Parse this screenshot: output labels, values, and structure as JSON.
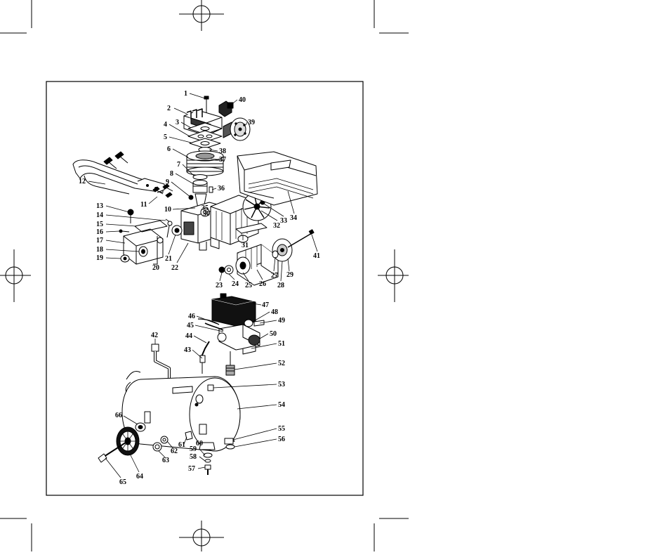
{
  "diagram": {
    "callouts": [
      {
        "id": "1",
        "label": "1"
      },
      {
        "id": "2",
        "label": "2"
      },
      {
        "id": "3",
        "label": "3"
      },
      {
        "id": "4",
        "label": "4"
      },
      {
        "id": "5",
        "label": "5"
      },
      {
        "id": "6",
        "label": "6"
      },
      {
        "id": "7",
        "label": "7"
      },
      {
        "id": "8",
        "label": "8"
      },
      {
        "id": "9",
        "label": "9"
      },
      {
        "id": "10",
        "label": "10"
      },
      {
        "id": "11",
        "label": "11"
      },
      {
        "id": "12",
        "label": "12"
      },
      {
        "id": "13",
        "label": "13"
      },
      {
        "id": "14",
        "label": "14"
      },
      {
        "id": "15",
        "label": "15"
      },
      {
        "id": "16",
        "label": "16"
      },
      {
        "id": "17",
        "label": "17"
      },
      {
        "id": "18",
        "label": "18"
      },
      {
        "id": "19",
        "label": "19"
      },
      {
        "id": "20",
        "label": "20"
      },
      {
        "id": "21",
        "label": "21"
      },
      {
        "id": "22",
        "label": "22"
      },
      {
        "id": "23",
        "label": "23"
      },
      {
        "id": "24",
        "label": "24"
      },
      {
        "id": "25",
        "label": "25"
      },
      {
        "id": "26",
        "label": "26"
      },
      {
        "id": "27",
        "label": "27"
      },
      {
        "id": "28",
        "label": "28"
      },
      {
        "id": "29",
        "label": "29"
      },
      {
        "id": "30",
        "label": "30"
      },
      {
        "id": "31",
        "label": "31"
      },
      {
        "id": "32",
        "label": "32"
      },
      {
        "id": "33",
        "label": "33"
      },
      {
        "id": "34",
        "label": "34"
      },
      {
        "id": "35",
        "label": "35"
      },
      {
        "id": "36",
        "label": "36"
      },
      {
        "id": "37",
        "label": "37"
      },
      {
        "id": "38",
        "label": "38"
      },
      {
        "id": "39",
        "label": "39"
      },
      {
        "id": "40",
        "label": "40"
      },
      {
        "id": "41",
        "label": "41"
      },
      {
        "id": "42",
        "label": "42"
      },
      {
        "id": "43",
        "label": "43"
      },
      {
        "id": "44",
        "label": "44"
      },
      {
        "id": "45",
        "label": "45"
      },
      {
        "id": "46",
        "label": "46"
      },
      {
        "id": "47",
        "label": "47"
      },
      {
        "id": "48",
        "label": "48"
      },
      {
        "id": "49",
        "label": "49"
      },
      {
        "id": "50",
        "label": "50"
      },
      {
        "id": "51",
        "label": "51"
      },
      {
        "id": "52",
        "label": "52"
      },
      {
        "id": "53",
        "label": "53"
      },
      {
        "id": "54",
        "label": "54"
      },
      {
        "id": "55",
        "label": "55"
      },
      {
        "id": "56",
        "label": "56"
      },
      {
        "id": "57",
        "label": "57"
      },
      {
        "id": "58",
        "label": "58"
      },
      {
        "id": "59",
        "label": "59"
      },
      {
        "id": "60",
        "label": "60"
      },
      {
        "id": "61",
        "label": "61"
      },
      {
        "id": "62",
        "label": "62"
      },
      {
        "id": "63",
        "label": "63"
      },
      {
        "id": "64",
        "label": "64"
      },
      {
        "id": "65",
        "label": "65"
      },
      {
        "id": "66",
        "label": "66"
      }
    ]
  },
  "colors": {
    "ink": "#000000",
    "paper": "#ffffff",
    "shade": "#1a1a1a",
    "mid": "#888888",
    "light": "#d8d8d8"
  }
}
